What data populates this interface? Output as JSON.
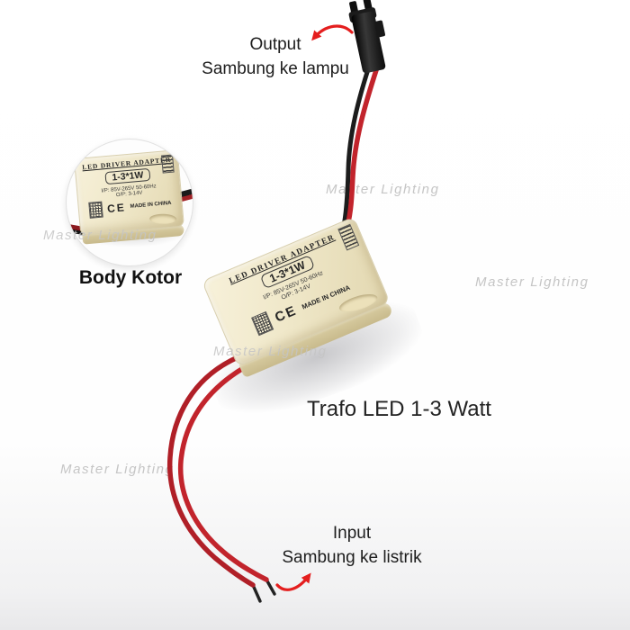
{
  "photo": {
    "watermark": "Master Lighting"
  },
  "annotations": {
    "output_title": "Output",
    "output_subtitle": "Sambung ke lampu",
    "inset_caption": "Body Kotor",
    "product_title": "Trafo LED 1-3 Watt",
    "input_title": "Input",
    "input_subtitle": "Sambung ke listrik"
  },
  "device_label": {
    "name": "LED DRIVER ADAPTER",
    "model": "1-3*1W",
    "input_spec": "I/P: 85V-265V  50-60Hz",
    "output_spec": "O/P: 3-14V",
    "ce_mark": "CE",
    "origin": "MADE IN CHINA"
  },
  "icons": {
    "output_arrow": "curved-arrow-pointing-left",
    "input_arrow": "curved-arrow-pointing-up-right",
    "qr": "qr-code",
    "barcode": "barcode"
  },
  "colors": {
    "wire_red": "#c2242c",
    "wire_red_dark": "#a81e26",
    "wire_black": "#1c1c1c",
    "body_cream": "#efe7c8",
    "arrow_red": "#e41e1e",
    "watermark_gray": "#c5c5c5"
  }
}
